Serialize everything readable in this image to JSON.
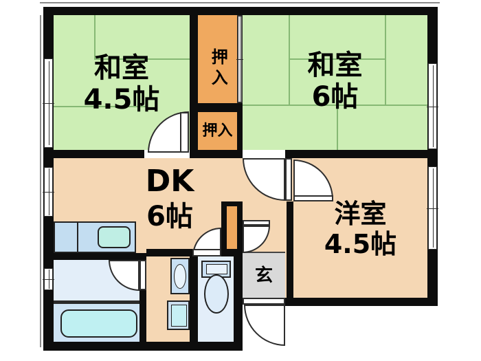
{
  "floorplan": {
    "type": "2DK apartment floor plan",
    "rooms": {
      "washitsu_left": {
        "name": "和室",
        "size": "4.5帖"
      },
      "washitsu_right": {
        "name": "和室",
        "size": "6帖"
      },
      "dk": {
        "name": "DK",
        "size": "6帖"
      },
      "western_room": {
        "name": "洋室",
        "size": "4.5帖"
      },
      "genkan": {
        "name": "玄"
      },
      "closet_upper": {
        "name": "押入"
      },
      "closet_lower": {
        "name": "押入"
      }
    },
    "fixtures": [
      "kitchen-counter-with-sink",
      "washroom-door",
      "bathtub",
      "washbasin",
      "washing-machine-pan",
      "toilet",
      "entrance-door",
      "shoe-storage"
    ],
    "colors": {
      "tatami_green": "#cdeeb5",
      "tatami_line": "#86b874",
      "closet_orange": "#f0a95f",
      "floor_peach": "#f5d7b4",
      "genkan_gray": "#d9d9d9",
      "counter_blue": "#c3ddf1",
      "sink_teal": "#bfeee4",
      "washroom_blue": "#e3eef9",
      "bathroom_blue": "#cfe4f5",
      "tub_cyan": "#bff0f2",
      "wall_black": "#0d0d0d"
    }
  }
}
